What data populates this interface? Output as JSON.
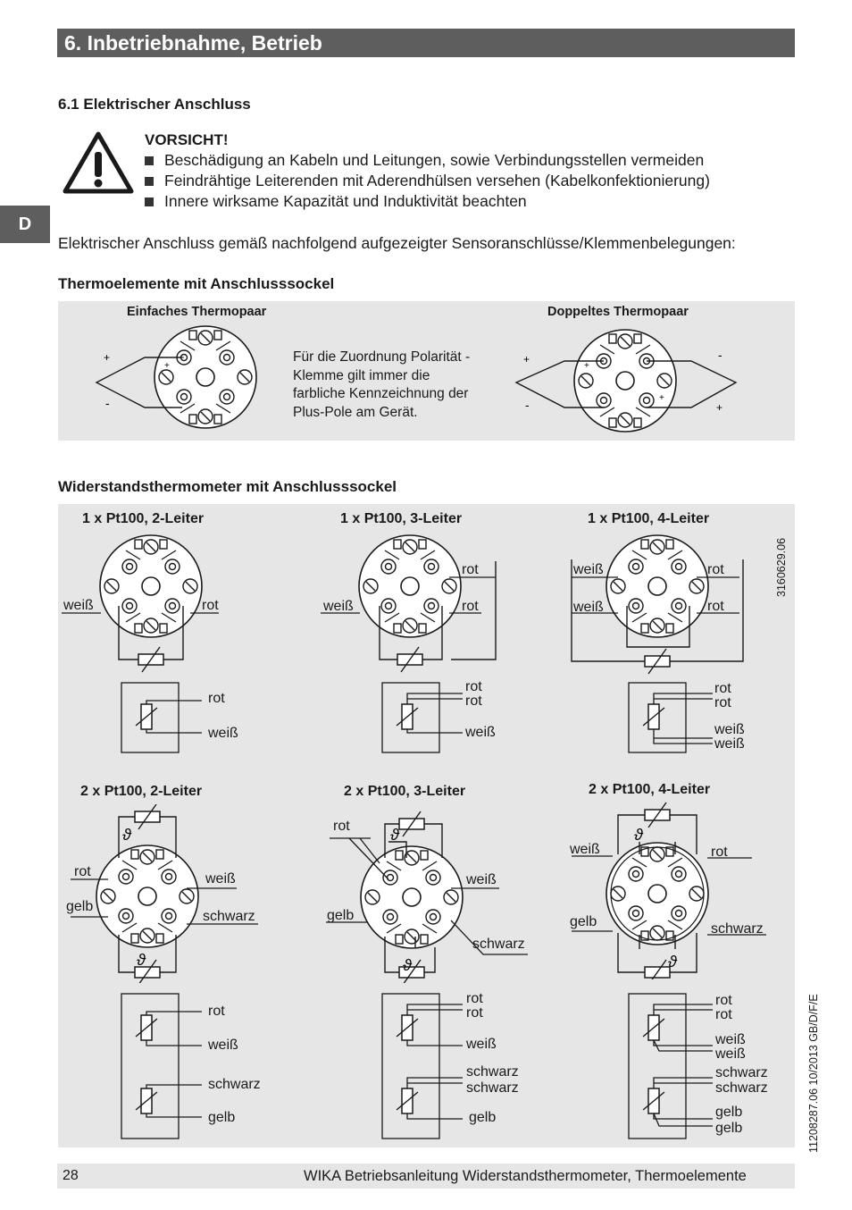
{
  "chapter": {
    "title": "6. Inbetriebnahme, Betrieb"
  },
  "language_tab": "D",
  "section": {
    "title": "6.1 Elektrischer Anschluss"
  },
  "caution": {
    "heading": "VORSICHT!",
    "icon": "warning-triangle-icon",
    "items": [
      "Beschädigung an Kabeln und Leitungen, sowie Verbindungsstellen vermeiden",
      "Feindrähtige Leiterenden mit Aderendhülsen versehen (Kabelkonfektionierung)",
      "Innere wirksame Kapazität und Induktivität beachten"
    ]
  },
  "intro": "Elektrischer Anschluss gemäß nachfolgend aufgezeigter Sensoranschlüsse/Klemmenbelegungen:",
  "thermocouples": {
    "title": "Thermoelemente mit Anschlusssockel",
    "single_label": "Einfaches Thermopaar",
    "double_label": "Doppeltes Thermopaar",
    "note": [
      "Für die Zuordnung Polarität -",
      "Klemme gilt immer die",
      "farbliche Kennzeichnung der",
      "Plus-Pole am Gerät."
    ],
    "plus": "+",
    "minus": "-"
  },
  "rtd": {
    "title": "Widerstandsthermometer mit Anschlusssockel",
    "figure_code": "3160629.06",
    "diagrams": {
      "single_2": {
        "title": "1 x Pt100, 2-Leiter",
        "left": "weiß",
        "right": "rot",
        "schema": [
          "rot",
          "weiß"
        ]
      },
      "single_3": {
        "title": "1 x Pt100, 3-Leiter",
        "left": "weiß",
        "right_top": "rot",
        "right_bottom": "rot",
        "schema": [
          "rot",
          "rot",
          "weiß"
        ]
      },
      "single_4": {
        "title": "1 x Pt100, 4-Leiter",
        "left_top": "weiß",
        "left_bottom": "weiß",
        "right_top": "rot",
        "right_bottom": "rot",
        "schema": [
          "rot",
          "rot",
          "weiß",
          "weiß"
        ]
      },
      "double_2": {
        "title": "2 x Pt100, 2-Leiter",
        "left_top": "rot",
        "left_bottom": "gelb",
        "right_top": "weiß",
        "right_bottom": "schwarz",
        "schema": [
          "rot",
          "weiß",
          "schwarz",
          "gelb"
        ]
      },
      "double_3": {
        "title": "2 x Pt100, 3-Leiter",
        "left_top": "rot",
        "left_bottom": "gelb",
        "right_top": "weiß",
        "right_bottom": "schwarz",
        "schema": [
          "rot",
          "rot",
          "weiß",
          "schwarz",
          "schwarz",
          "gelb"
        ]
      },
      "double_4": {
        "title": "2 x Pt100, 4-Leiter",
        "left_top": "weiß",
        "left_bottom": "gelb",
        "right_top": "rot",
        "right_bottom": "schwarz",
        "schema": [
          "rot",
          "rot",
          "weiß",
          "weiß",
          "schwarz",
          "schwarz",
          "gelb",
          "gelb"
        ]
      }
    }
  },
  "side_code": "11208287.06 10/2013 GB/D/F/E",
  "footer": {
    "page": "28",
    "text": "WIKA Betriebsanleitung Widerstandsthermometer, Thermoelemente"
  }
}
